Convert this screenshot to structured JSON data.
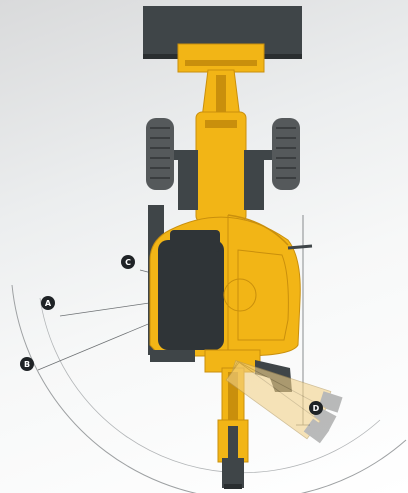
{
  "colors": {
    "machine_yellow": "#f2b516",
    "machine_yellow_dark": "#c98f0c",
    "dark_gray": "#3f4548",
    "cab_glass": "#2f3437",
    "tire": "#55595b",
    "marker_fill": "#1f2326",
    "line": "#6d7174"
  },
  "markers": {
    "a": "A",
    "b": "B",
    "c": "C",
    "d": "D"
  }
}
